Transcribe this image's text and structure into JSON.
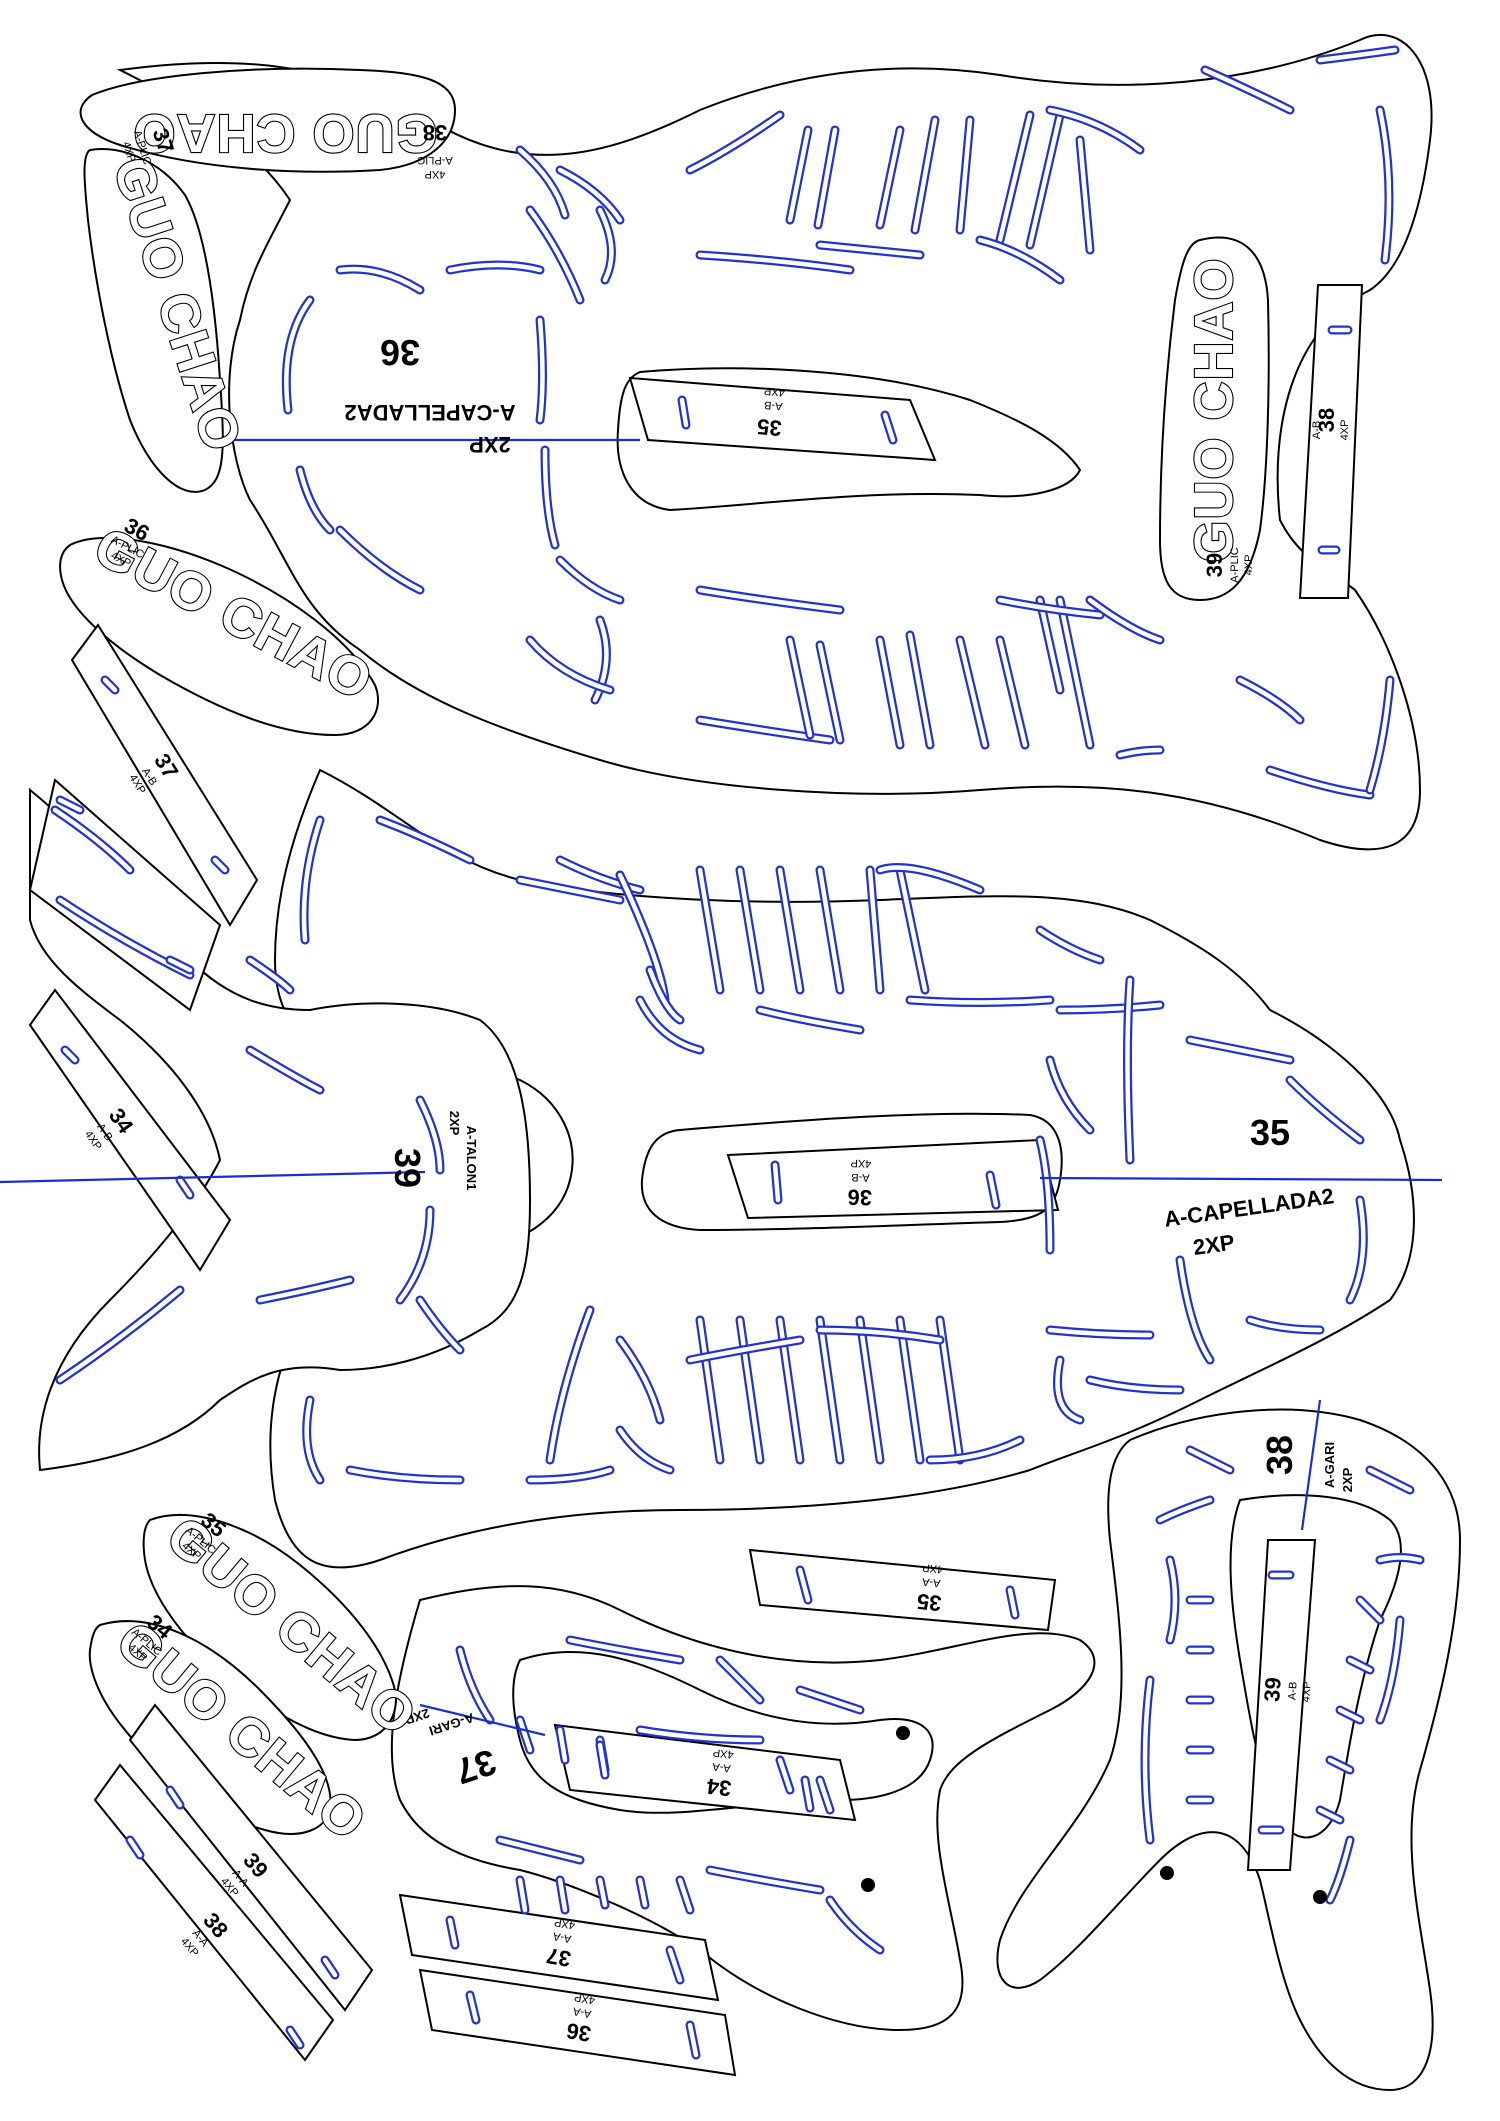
{
  "brand_text": "GUO CHAO",
  "pieces": {
    "capellada_top": {
      "size": "36",
      "name": "A-CAPELLADA2",
      "qty": "2XP"
    },
    "capellada_mid": {
      "size": "35",
      "name": "A-CAPELLADA2",
      "qty": "2XP"
    },
    "talon": {
      "size": "39",
      "name": "A-TALON1",
      "qty": "2XP"
    },
    "gari_left": {
      "size": "37",
      "name": "A-GARI",
      "qty": "2XP"
    },
    "gari_right": {
      "size": "38",
      "name": "A-GARI",
      "qty": "2XP"
    },
    "plic_38": {
      "size": "38",
      "name": "A-PLIC",
      "qty": "4XP"
    },
    "plic_37": {
      "size": "37",
      "name": "A-PLIC",
      "qty": "4XP"
    },
    "plic_39": {
      "size": "39",
      "name": "A-PLIC",
      "qty": "4XP"
    },
    "plic_36": {
      "size": "36",
      "name": "A-PLIC",
      "qty": "4XP"
    },
    "plic_35": {
      "size": "35",
      "name": "A-PLIC",
      "qty": "4XP"
    },
    "plic_34": {
      "size": "34",
      "name": "A-PLIC",
      "qty": "4XP"
    },
    "strip_b35": {
      "size": "35",
      "name": "A-B",
      "qty": "4XP"
    },
    "strip_b38": {
      "size": "38",
      "name": "A-B",
      "qty": "4XP"
    },
    "strip_b37": {
      "size": "37",
      "name": "A-B",
      "qty": "4XP"
    },
    "strip_b34": {
      "size": "34",
      "name": "A-B",
      "qty": "4XP"
    },
    "strip_b36": {
      "size": "36",
      "name": "A-B",
      "qty": "4XP"
    },
    "strip_a35": {
      "size": "35",
      "name": "A-A",
      "qty": "4XP"
    },
    "strip_b39": {
      "size": "39",
      "name": "A-B",
      "qty": "4XP"
    },
    "strip_a34": {
      "size": "34",
      "name": "A-A",
      "qty": "4XP"
    },
    "strip_a39": {
      "size": "39",
      "name": "A-A",
      "qty": "4XP"
    },
    "strip_a38": {
      "size": "38",
      "name": "A-A",
      "qty": "4XP"
    },
    "strip_a37": {
      "size": "37",
      "name": "A-A",
      "qty": "4XP"
    },
    "strip_a36": {
      "size": "36",
      "name": "A-A",
      "qty": "4XP"
    }
  },
  "colors": {
    "outline": "#000000",
    "slot": "#2233cc",
    "guide": "#1a2fd0",
    "background": "#ffffff"
  }
}
